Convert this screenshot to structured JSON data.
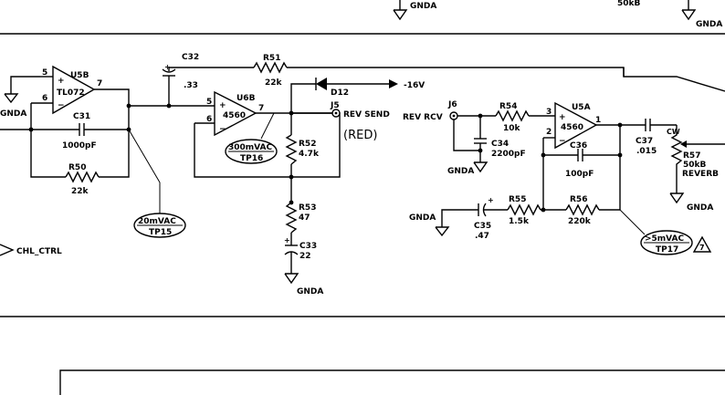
{
  "top": {
    "gnda_left": "GNDA",
    "value_50kb": "50kB",
    "gnda_right": "GNDA"
  },
  "u5b": {
    "ref": "U5B",
    "part": "TL072",
    "pin_in_plus": "5",
    "pin_in_minus": "6",
    "pin_out": "7",
    "plus": "+",
    "minus": "−"
  },
  "gnda_left_edge": "GNDA",
  "c31": {
    "ref": "C31",
    "value": "1000pF"
  },
  "r50": {
    "ref": "R50",
    "value": "22k"
  },
  "tp15": {
    "voltage": "20mVAC",
    "ref": "TP15"
  },
  "chl_ctrl": "CHL_CTRL",
  "c32": {
    "ref": "C32",
    "value": ".33",
    "plus": "+"
  },
  "r51": {
    "ref": "R51",
    "value": "22k"
  },
  "u6b": {
    "ref": "U6B",
    "part": "4560",
    "pin_in_plus": "5",
    "pin_in_minus": "6",
    "pin_out": "7",
    "plus": "+",
    "minus": "−"
  },
  "tp16": {
    "voltage": "300mVAC",
    "ref": "TP16"
  },
  "d12": {
    "ref": "D12",
    "rail": "-16V"
  },
  "j5": {
    "ref": "J5",
    "label": "REV SEND",
    "color_note": "(RED)"
  },
  "r52": {
    "ref": "R52",
    "value": "4.7k"
  },
  "r53": {
    "ref": "R53",
    "value": "47"
  },
  "c33": {
    "ref": "C33",
    "value": "22",
    "plus": "+",
    "gnd": "GNDA"
  },
  "j6": {
    "ref": "J6",
    "label": "REV RCV"
  },
  "r54": {
    "ref": "R54",
    "value": "10k"
  },
  "c34": {
    "ref": "C34",
    "value": "2200pF",
    "gnd": "GNDA"
  },
  "u5a": {
    "ref": "U5A",
    "part": "4560",
    "pin_in_plus": "3",
    "pin_in_minus": "2",
    "pin_out": "1",
    "plus": "+",
    "minus": "−"
  },
  "c36": {
    "ref": "C36",
    "value": "100pF"
  },
  "c37": {
    "ref": "C37",
    "value": ".015"
  },
  "r57": {
    "ref": "R57",
    "value": "50kB",
    "name": "REVERB",
    "cw": "CW",
    "gnd": "GNDA"
  },
  "gnda_c35": "GNDA",
  "c35": {
    "ref": "C35",
    "value": ".47",
    "plus": "+"
  },
  "r55": {
    "ref": "R55",
    "value": "1.5k"
  },
  "r56": {
    "ref": "R56",
    "value": "220k"
  },
  "tp17": {
    "voltage": ">5mVAC",
    "ref": "TP17"
  },
  "note_flag": "7"
}
